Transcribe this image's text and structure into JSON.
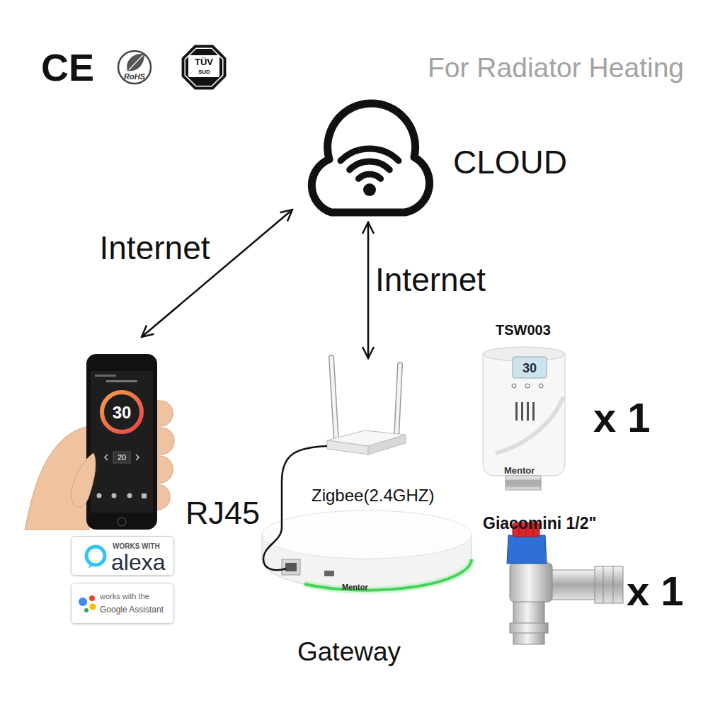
{
  "diagram": {
    "title": "For Radiator Heating",
    "nodes": [
      {
        "text": [
          "CLOUD"
        ]
      },
      {
        "text": [
          "30",
          "20"
        ]
      },
      {
        "text": [
          "TSW003",
          "30",
          "Mentor"
        ]
      },
      {
        "text": [
          "WORKS WITH",
          "alexa"
        ]
      },
      {
        "text": [
          "works with the",
          "Google Assistant"
        ]
      },
      {
        "text": [
          "Mentor",
          "Gateway"
        ]
      },
      {
        "text": [
          "Giacomini 1/2\""
        ]
      }
    ],
    "edges": [
      {
        "from": 1,
        "to": 0,
        "label": "Internet",
        "arrow": "both"
      }
    ],
    "labels": [
      "CE",
      "RoHS",
      "TÜV",
      "SUD",
      "Internet",
      "RJ45",
      "Zigbee(2.4GHZ)",
      "x 1",
      "x 1"
    ]
  }
}
